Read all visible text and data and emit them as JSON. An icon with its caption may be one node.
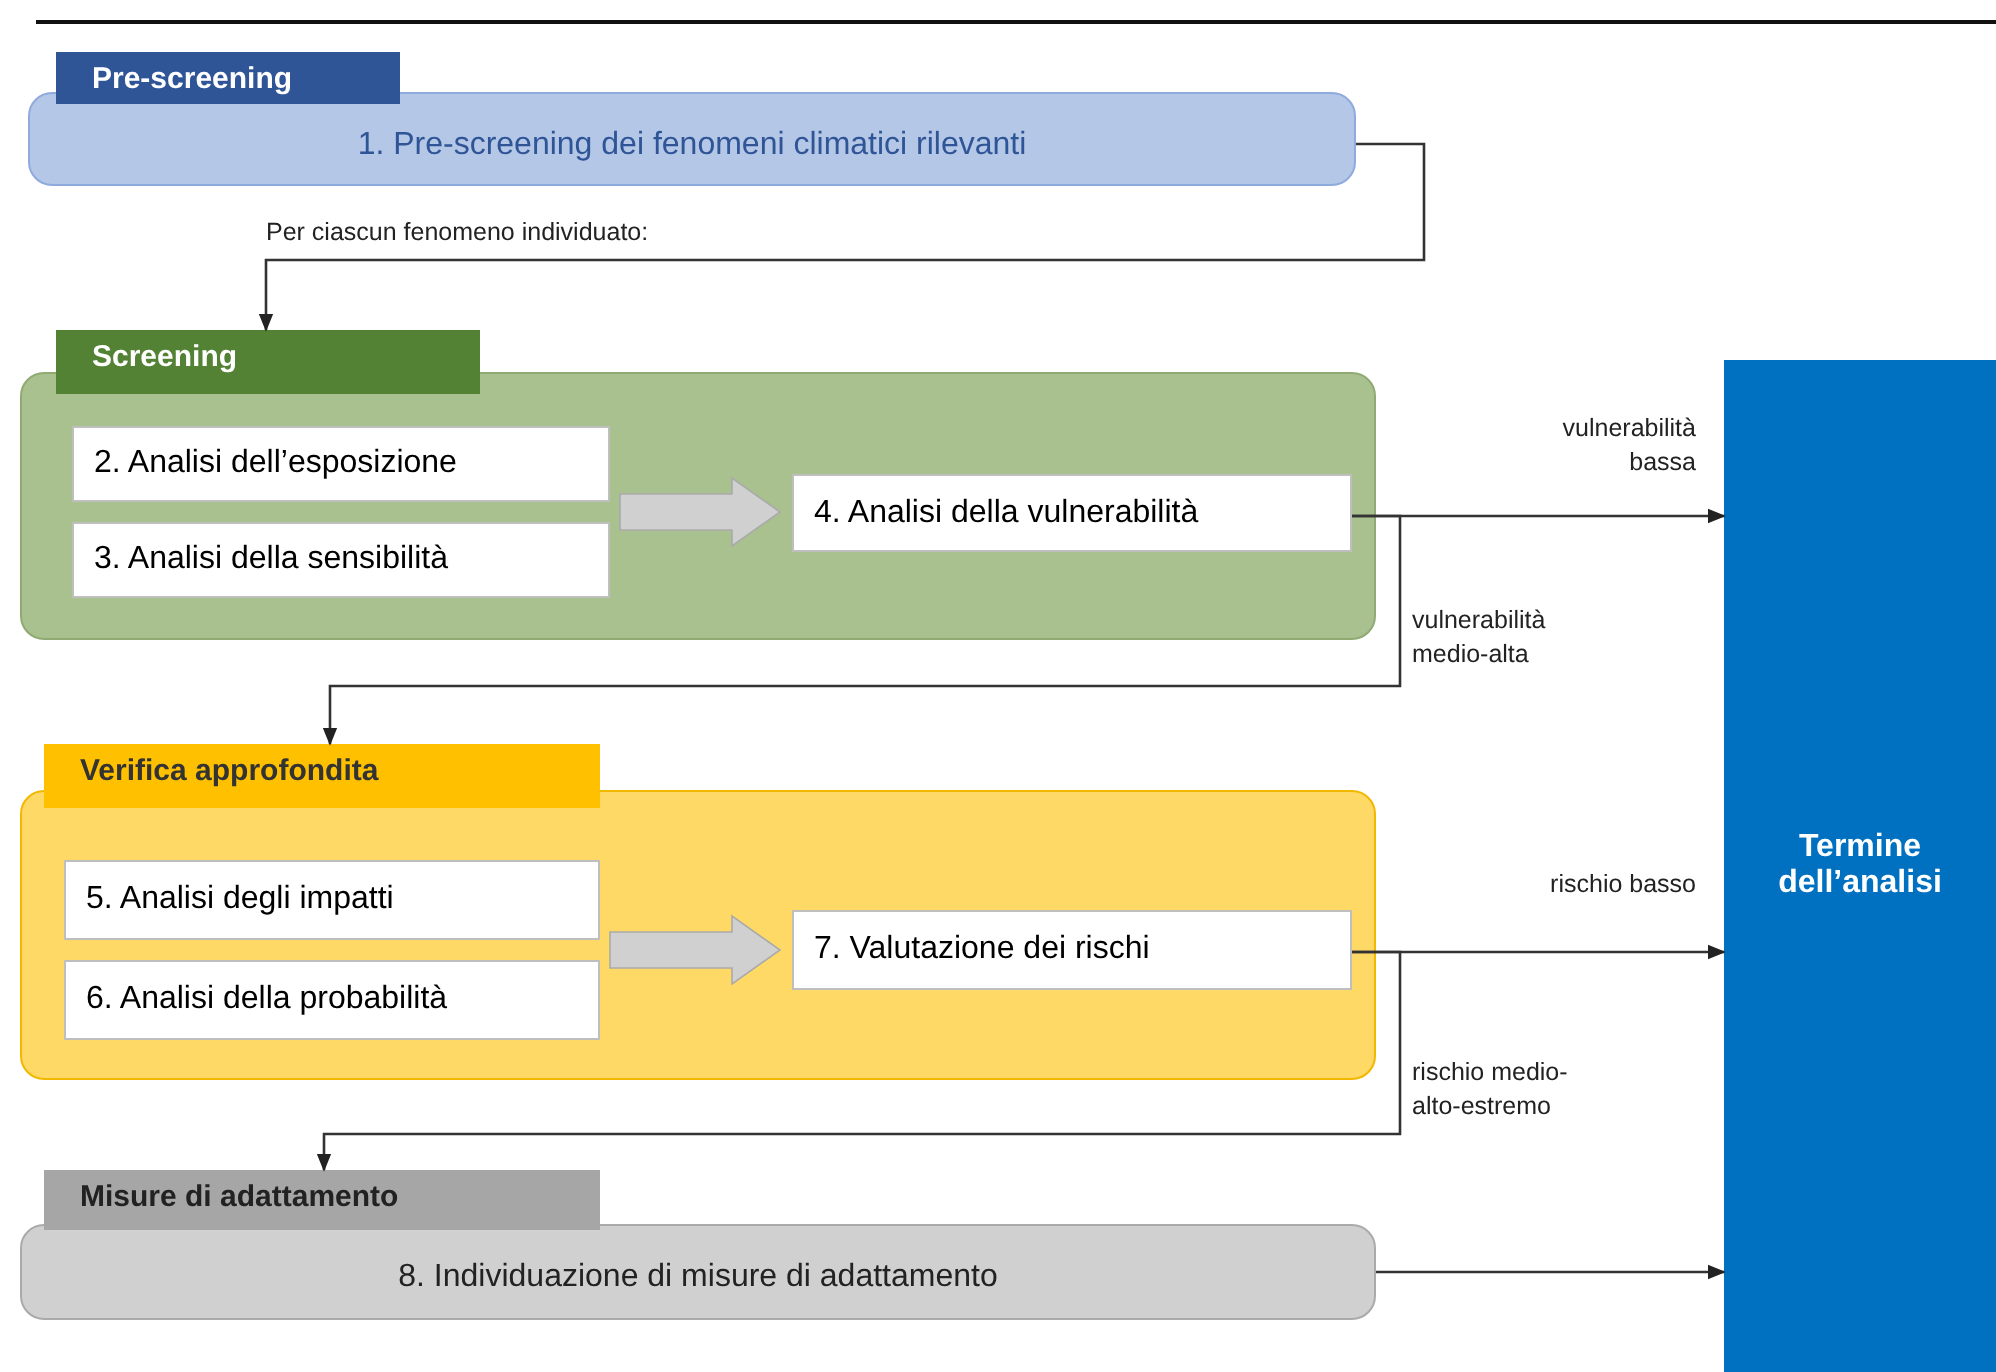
{
  "diagram": {
    "nodes": [
      {
        "text": [
          "Pre-screening",
          "1. Pre-screening dei fenomeni climatici rilevanti"
        ]
      },
      {
        "text": [
          "Screening"
        ]
      },
      {
        "text": [
          "2. Analisi dell’esposizione"
        ],
        "in": 1
      },
      {
        "text": [
          "3. Analisi della sensibilità"
        ],
        "in": 1
      },
      {
        "text": [
          "4. Analisi della vulnerabilità"
        ],
        "in": 1
      },
      {
        "text": [
          "Verifica approfondita"
        ]
      },
      {
        "text": [
          "5. Analisi degli impatti"
        ],
        "in": 5
      },
      {
        "text": [
          "6. Analisi della probabilità"
        ],
        "in": 5
      },
      {
        "text": [
          "7. Valutazione dei rischi"
        ],
        "in": 5
      },
      {
        "text": [
          "Misure di adattamento",
          "8. Individuazione di misure di adattamento"
        ]
      },
      {
        "text": [
          "Termine dell’analisi"
        ]
      }
    ],
    "edges": [
      {
        "from": 0,
        "to": 1,
        "arrow": "to",
        "label": "Per ciascun fenomeno individuato:"
      },
      {
        "from": 2,
        "to": 4,
        "arrow": "to",
        "style": "thick",
        "color": "#d0d0d0"
      },
      {
        "from": 3,
        "to": 4,
        "arrow": "to",
        "style": "thick",
        "color": "#d0d0d0"
      },
      {
        "from": 4,
        "to": 10,
        "arrow": "to",
        "label": "vulnerabilità bassa"
      },
      {
        "from": 4,
        "to": 5,
        "arrow": "to",
        "label": "vulnerabilità medio-alta"
      },
      {
        "from": 6,
        "to": 8,
        "arrow": "to",
        "style": "thick",
        "color": "#d0d0d0"
      },
      {
        "from": 7,
        "to": 8,
        "arrow": "to",
        "style": "thick",
        "color": "#d0d0d0"
      },
      {
        "from": 8,
        "to": 10,
        "arrow": "to",
        "label": "rischio basso"
      },
      {
        "from": 8,
        "to": 9,
        "arrow": "to",
        "label": "rischio medio-alto-estremo"
      },
      {
        "from": 9,
        "to": 10,
        "arrow": "to"
      }
    ]
  }
}
